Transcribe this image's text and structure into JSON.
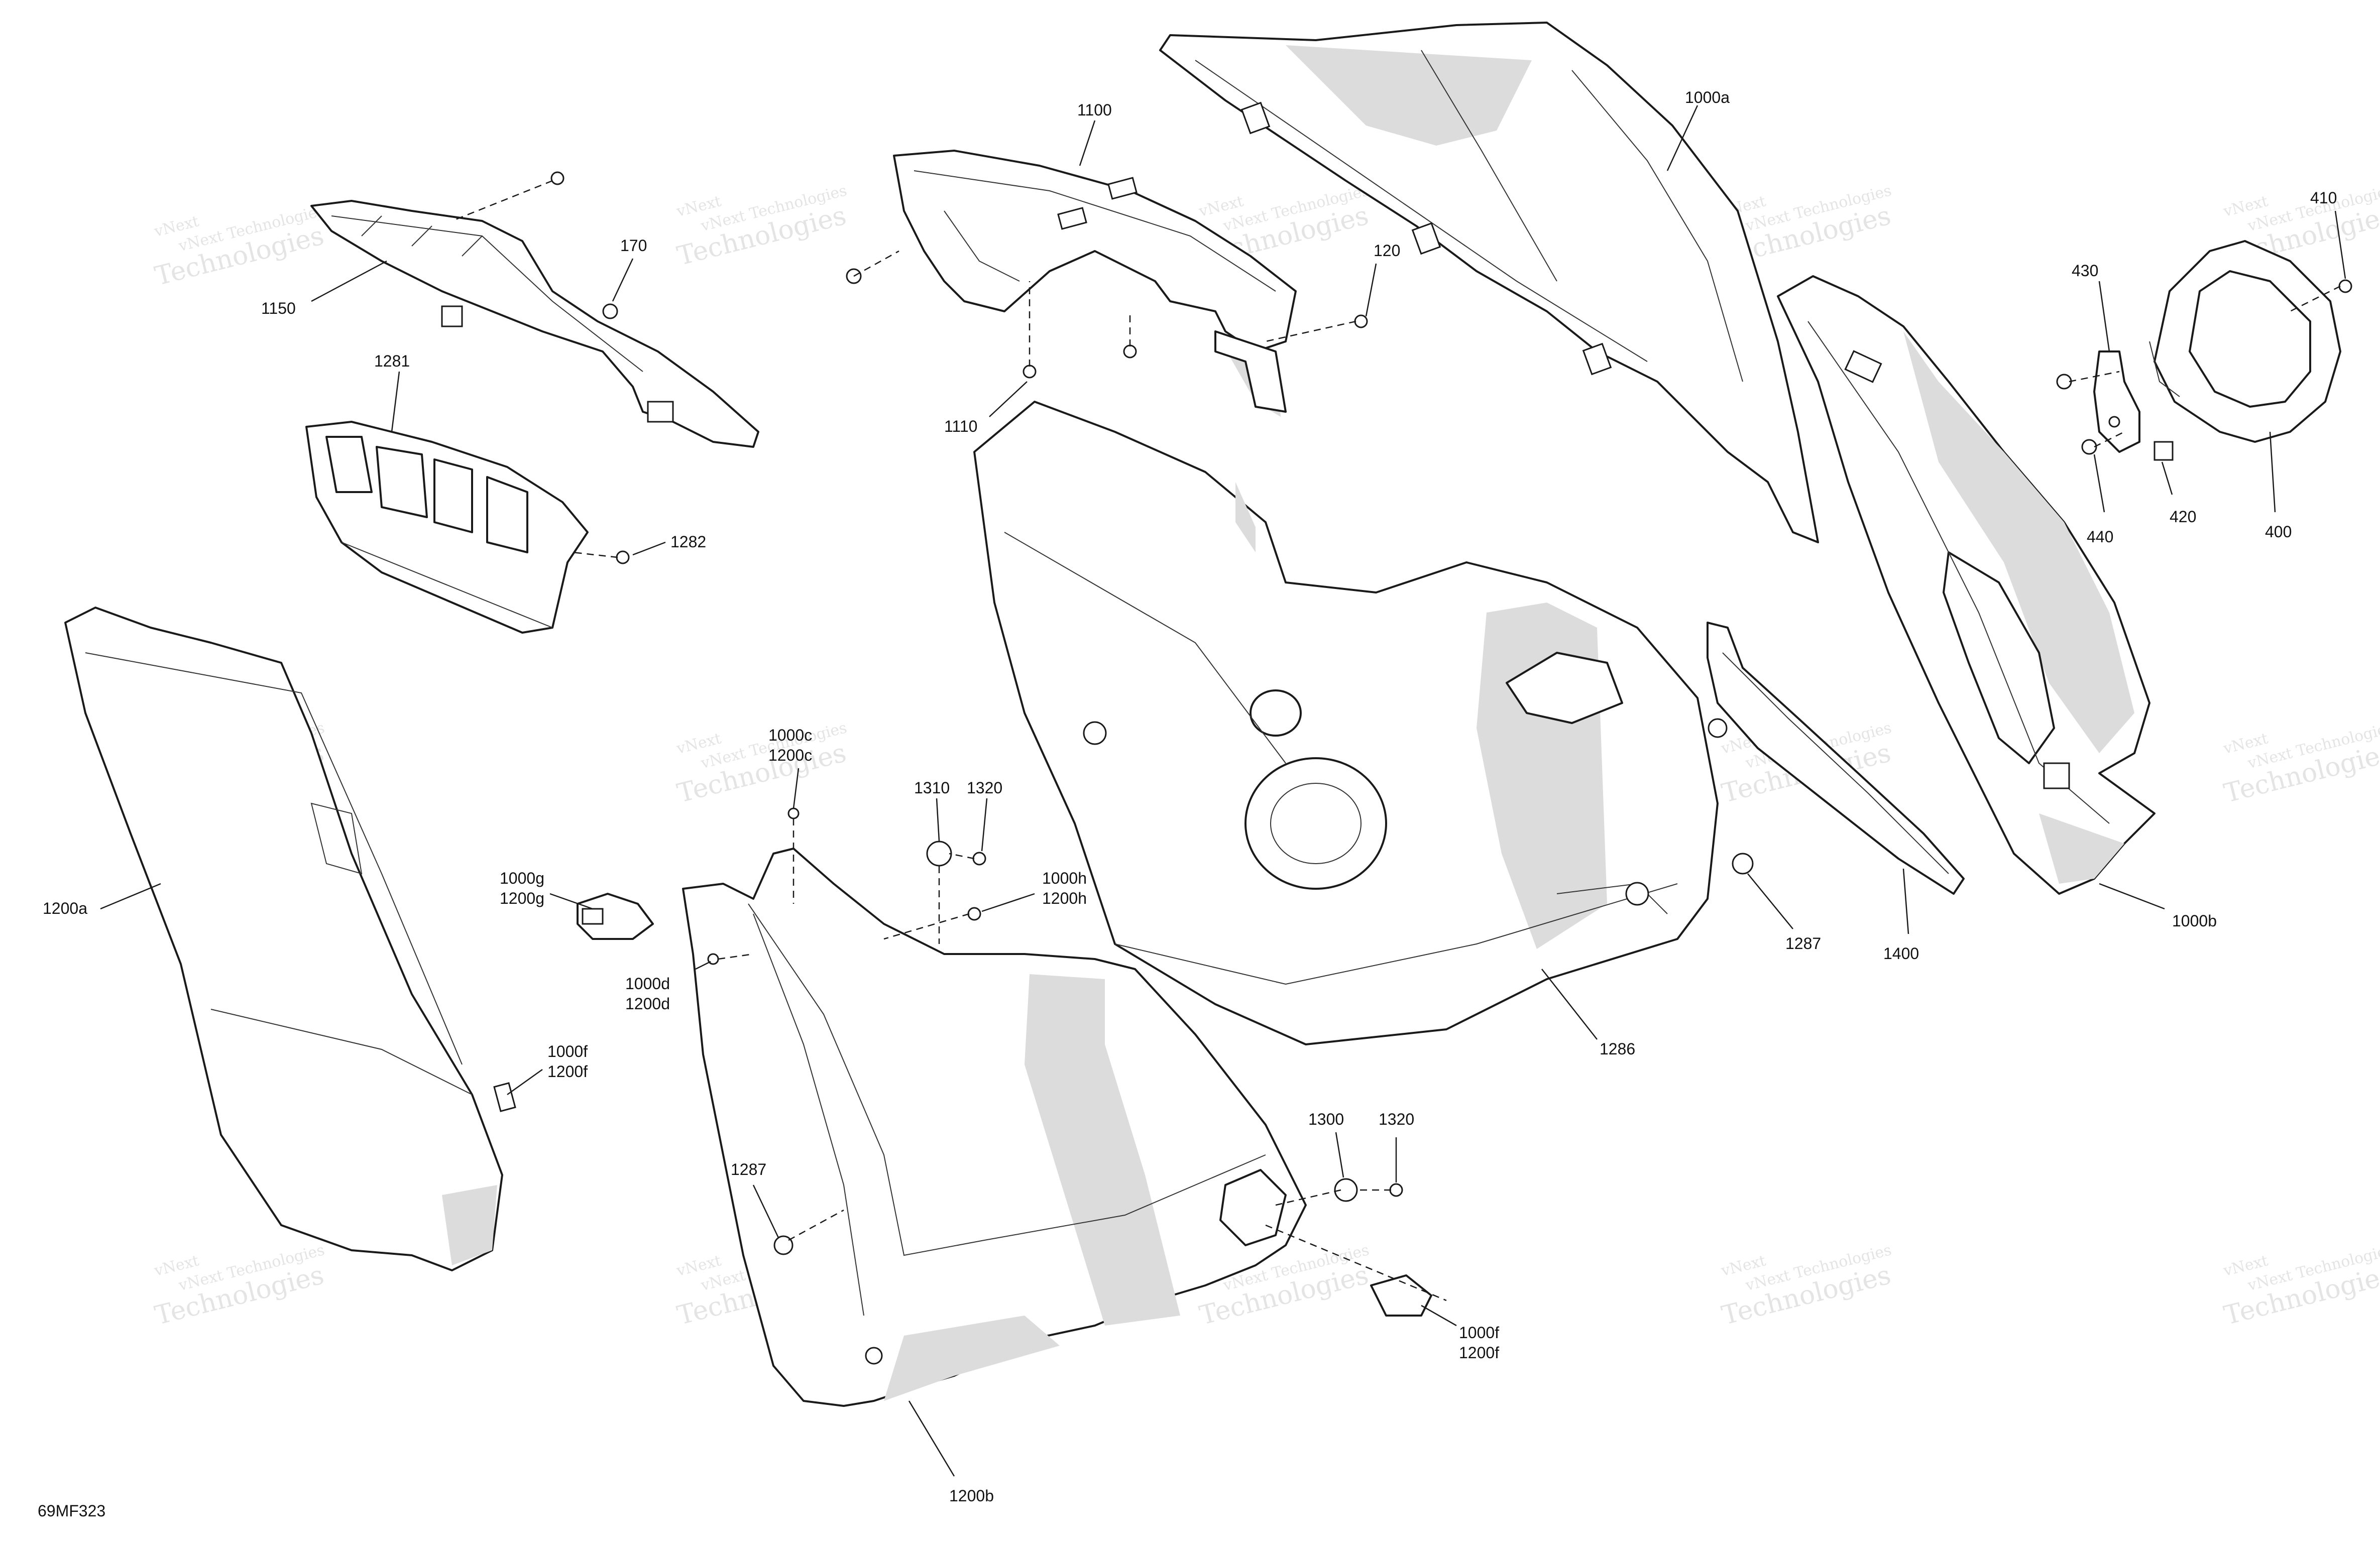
{
  "drawing_code": "69MF323",
  "watermark": {
    "line1": "vNext Technologies",
    "line2": "Technologies",
    "line3": "vNext"
  },
  "callouts": {
    "c1000a": "1000a",
    "c1100": "1100",
    "c1150": "1150",
    "c170": "170",
    "c120": "120",
    "c1110": "1110",
    "c410": "410",
    "c430": "430",
    "c1281": "1281",
    "c1282": "1282",
    "c440": "440",
    "c420": "420",
    "c400": "400",
    "c1200a": "1200a",
    "c1000c": "1000c",
    "c1200c": "1200c",
    "c1310": "1310",
    "c1320a": "1320",
    "c1000g": "1000g",
    "c1200g": "1200g",
    "c1000h": "1000h",
    "c1200h": "1200h",
    "c1000d": "1000d",
    "c1200d": "1200d",
    "c1287a": "1287",
    "c1400": "1400",
    "c1000b": "1000b",
    "c1286": "1286",
    "c1000f_a": "1000f",
    "c1200f_a": "1200f",
    "c1300": "1300",
    "c1320b": "1320",
    "c1287b": "1287",
    "c1000f_b": "1000f",
    "c1200f_b": "1200f",
    "c1200b": "1200b"
  }
}
